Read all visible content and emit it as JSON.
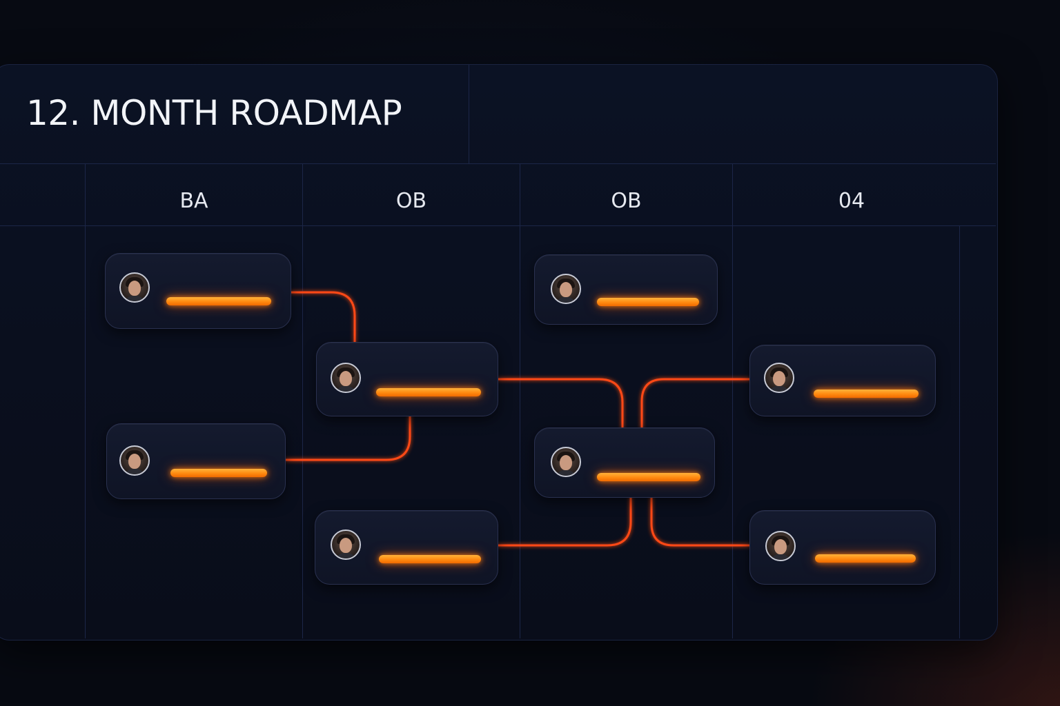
{
  "title": "12. MONTH ROADMAP",
  "columns": [
    {
      "label": "BA"
    },
    {
      "label": "OB"
    },
    {
      "label": "OB"
    },
    {
      "label": "04"
    }
  ],
  "colors": {
    "accent": "#ff8a10",
    "connector": "#ff4a12",
    "background": "#070a12",
    "card": "#141a2e"
  },
  "cards": [
    {
      "id": "card-1",
      "column": "BA",
      "icon": "avatar-person"
    },
    {
      "id": "card-2",
      "column": "BA",
      "icon": "avatar-person"
    },
    {
      "id": "card-3",
      "column": "OB",
      "icon": "avatar-person"
    },
    {
      "id": "card-4",
      "column": "OB",
      "icon": "avatar-person"
    },
    {
      "id": "card-5",
      "column": "OB",
      "icon": "avatar-person"
    },
    {
      "id": "card-6",
      "column": "OB",
      "icon": "avatar-person"
    },
    {
      "id": "card-7",
      "column": "04",
      "icon": "avatar-person"
    },
    {
      "id": "card-8",
      "column": "04",
      "icon": "avatar-person"
    }
  ],
  "links": [
    {
      "from": "card-1",
      "to": "card-3"
    },
    {
      "from": "card-2",
      "to": "card-3"
    },
    {
      "from": "card-3",
      "to": "card-6"
    },
    {
      "from": "card-4",
      "to": "card-6"
    },
    {
      "from": "card-6",
      "to": "card-7"
    },
    {
      "from": "card-6",
      "to": "card-8"
    }
  ]
}
